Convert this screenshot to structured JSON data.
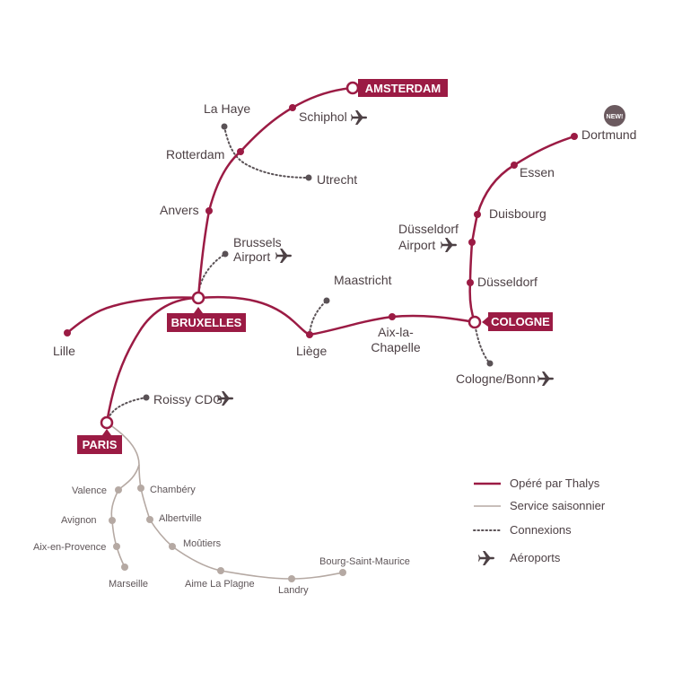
{
  "colors": {
    "thalys": "#9b1b44",
    "seasonal": "#b5a9a3",
    "connection": "#5a5256",
    "text": "#4d4145",
    "new_badge": "#6b5a5f"
  },
  "hubs": {
    "amsterdam": "AMSTERDAM",
    "bruxelles": "BRUXELLES",
    "paris": "PARIS",
    "cologne": "COLOGNE"
  },
  "stations": {
    "schiphol": "Schiphol",
    "la_haye": "La Haye",
    "rotterdam": "Rotterdam",
    "utrecht": "Utrecht",
    "anvers": "Anvers",
    "brussels_airport_1": "Brussels",
    "brussels_airport_2": "Airport",
    "lille": "Lille",
    "liege": "Liège",
    "maastricht": "Maastricht",
    "aix_1": "Aix-la-",
    "aix_2": "Chapelle",
    "roissy": "Roissy CDG",
    "dortmund": "Dortmund",
    "essen": "Essen",
    "duisbourg": "Duisbourg",
    "dusseldorf_airport_1": "Düsseldorf",
    "dusseldorf_airport_2": "Airport",
    "dusseldorf": "Düsseldorf",
    "cologne_bonn": "Cologne/Bonn"
  },
  "seasonal_stations": {
    "valence": "Valence",
    "avignon": "Avignon",
    "aix_provence": "Aix-en-Provence",
    "marseille": "Marseille",
    "chambery": "Chambéry",
    "albertville": "Albertville",
    "moutiers": "Moûtiers",
    "aime": "Aime La Plagne",
    "landry": "Landry",
    "bourg": "Bourg-Saint-Maurice"
  },
  "badge": "NEW!",
  "legend": {
    "operated": "Opéré par Thalys",
    "seasonal": "Service saisonnier",
    "connections": "Connexions",
    "airports": "Aéroports"
  },
  "icons": [
    "airplane-icon"
  ]
}
